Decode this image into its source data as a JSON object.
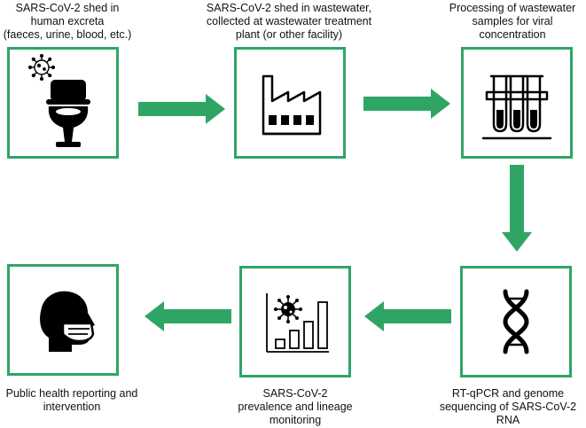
{
  "steps": [
    {
      "caption": "SARS-CoV-2 shed in\nhuman excreta\n(faeces, urine, blood, etc.)",
      "icon": "toilet-virus-icon"
    },
    {
      "caption": "SARS-CoV-2 shed in wastewater,\ncollected at wastewater treatment\nplant (or other facility)",
      "icon": "factory-icon"
    },
    {
      "caption": "Processing of wastewater\nsamples for viral\nconcentration",
      "icon": "test-tubes-icon"
    },
    {
      "caption": "RT-qPCR and genome\nsequencing of SARS-CoV-2\nRNA",
      "icon": "dna-icon"
    },
    {
      "caption": "SARS-CoV-2\nprevalence and lineage\nmonitoring",
      "icon": "virus-bar-chart-icon"
    },
    {
      "caption": "Public health reporting and\nintervention",
      "icon": "masked-person-icon"
    }
  ],
  "colors": {
    "accent": "#2fa565",
    "icon": "#000000"
  }
}
